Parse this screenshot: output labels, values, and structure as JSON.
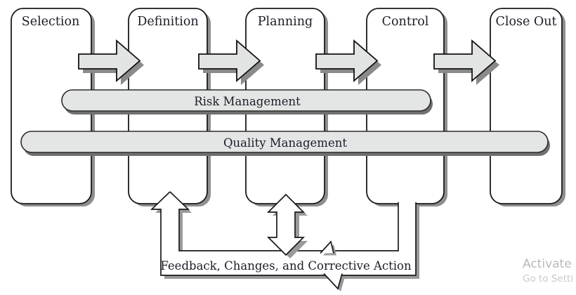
{
  "diagram": {
    "phases": [
      {
        "label": "Selection"
      },
      {
        "label": "Definition"
      },
      {
        "label": "Planning"
      },
      {
        "label": "Control"
      },
      {
        "label": "Close Out"
      }
    ],
    "bands": {
      "risk_label": "Risk Management",
      "quality_label": "Quality Management"
    },
    "feedback_label": "Feedback, Changes, and Corrective Action",
    "colors": {
      "shape_fill": "#e4e6e6",
      "box_fill": "#ffffff",
      "outline": "#1a1a1a",
      "shadow": "#8f8f8f",
      "text": "#1c1c28",
      "watermark_text": "#b9b9b9"
    }
  },
  "watermark": {
    "line1": "Activate",
    "line2": "Go to Setti"
  }
}
